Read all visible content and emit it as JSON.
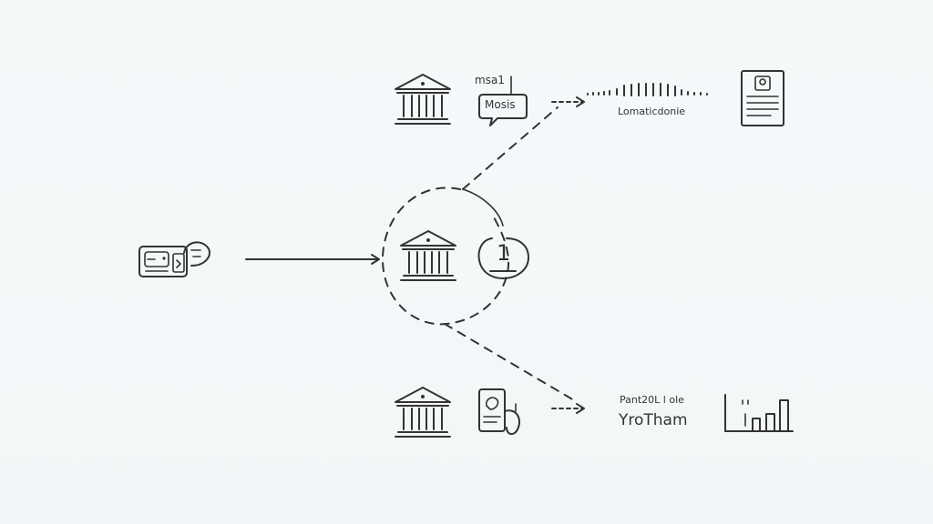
{
  "labels": {
    "top_tag": "msa1",
    "top_bubble": "Mosis",
    "top_caption": "Lomaticdonie",
    "center_badge": "1",
    "bottom_small": "Pant20L l ole",
    "bottom_caption": "YroTham"
  },
  "icons": {
    "source": "id-card-icon",
    "bank_top": "bank-icon",
    "bank_center": "bank-icon",
    "bank_bottom": "bank-icon",
    "document": "document-icon",
    "phone": "phone-icon",
    "chart": "bar-chart-icon"
  },
  "colors": {
    "background": "#f3f8f9",
    "ink": "#333333"
  }
}
